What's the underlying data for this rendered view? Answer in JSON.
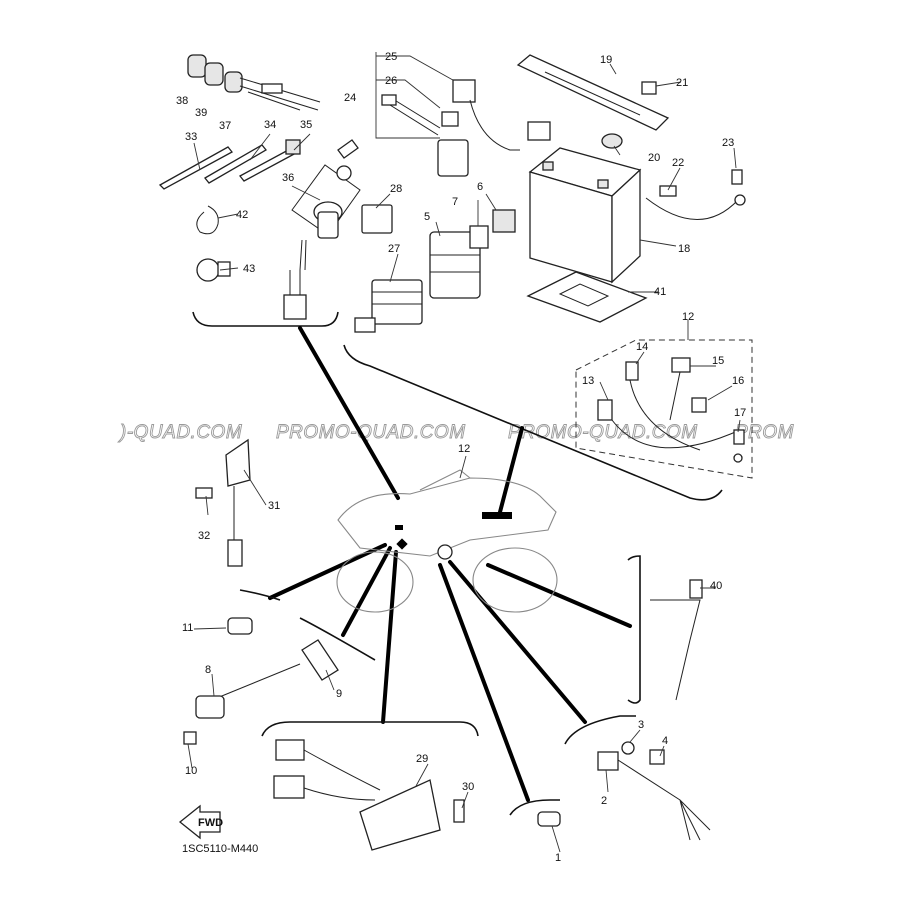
{
  "diagram_code": "1SC5110-M440",
  "watermark": {
    "text_left": ")-QUAD.COM",
    "text_mid": "PROMO-QUAD.COM",
    "text_mid2": "PROMO-QUAD.COM",
    "text_right": "PROM"
  },
  "fwd_label": "FWD",
  "callouts": {
    "c1": "1",
    "c2": "2",
    "c3": "3",
    "c4": "4",
    "c5": "5",
    "c6": "6",
    "c7": "7",
    "c8": "8",
    "c9": "9",
    "c10": "10",
    "c11": "11",
    "c12a": "12",
    "c12b": "12",
    "c13": "13",
    "c14": "14",
    "c15": "15",
    "c16": "16",
    "c17": "17",
    "c18": "18",
    "c19": "19",
    "c20": "20",
    "c21": "21",
    "c22": "22",
    "c23": "23",
    "c24": "24",
    "c25": "25",
    "c26": "26",
    "c27": "27",
    "c28": "28",
    "c29": "29",
    "c30": "30",
    "c31": "31",
    "c32": "32",
    "c33": "33",
    "c34": "34",
    "c35": "35",
    "c36": "36",
    "c37": "37",
    "c38": "38",
    "c39": "39",
    "c40": "40",
    "c41": "41",
    "c42": "42",
    "c43": "43"
  },
  "colors": {
    "line": "#222222",
    "watermark_outline": "#9a9a9a",
    "background": "#ffffff"
  }
}
